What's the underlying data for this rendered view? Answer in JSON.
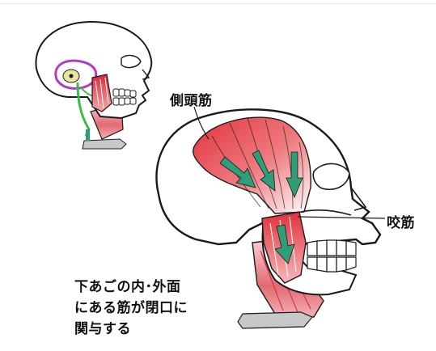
{
  "labels": {
    "temporalis": "側頭筋",
    "masseter": "咬筋"
  },
  "caption": {
    "line1": "下あごの内･外面",
    "line2": "にある筋が閉口に",
    "line3": "関与する"
  },
  "colors": {
    "muscle_red": "#e0323a",
    "muscle_pink": "#f7c2c4",
    "arrow_green": "#2f9e78",
    "bone_outline": "#1a1a1a",
    "bone_fill": "#ffffff",
    "joint_purple": "#b23ac8",
    "joint_green": "#3dbb4a",
    "joint_yellow": "#e8e7a0",
    "base_gray": "#c8c8c8"
  }
}
